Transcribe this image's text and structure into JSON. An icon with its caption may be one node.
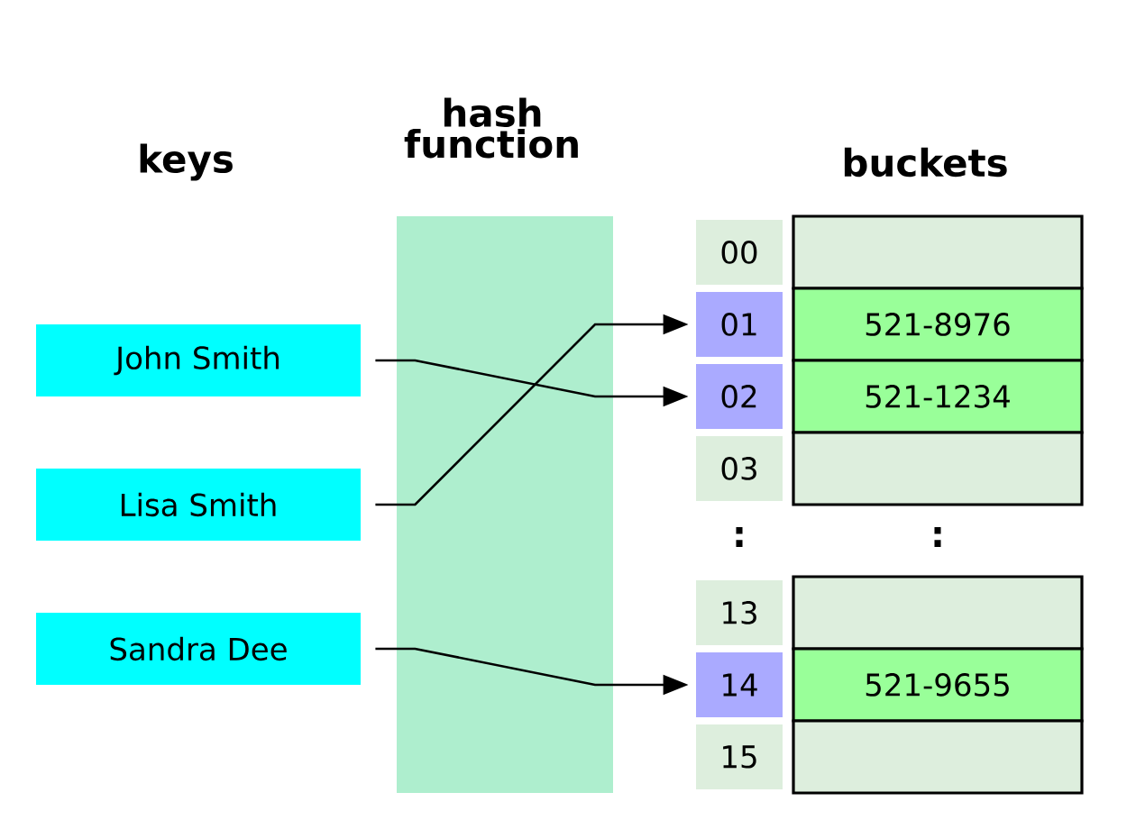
{
  "diagram": {
    "nodes": [
      {
        "text": [
          "John Smith"
        ]
      },
      {
        "text": [
          "Lisa Smith"
        ]
      },
      {
        "text": [
          "Sandra Dee"
        ]
      },
      {
        "text": [
          "00"
        ]
      },
      {
        "text": [
          "01"
        ]
      },
      {
        "text": [
          "02"
        ]
      },
      {
        "text": [
          "03"
        ]
      },
      {
        "text": [
          "13"
        ]
      },
      {
        "text": [
          "14"
        ]
      },
      {
        "text": [
          "15"
        ]
      },
      {
        "text": [],
        "shape": "box"
      },
      {
        "text": [
          "521-8976"
        ]
      },
      {
        "text": [
          "521-1234"
        ]
      },
      {
        "text": [],
        "shape": "box"
      },
      {
        "text": [],
        "shape": "box"
      },
      {
        "text": [
          "521-9655"
        ]
      },
      {
        "text": [],
        "shape": "box"
      }
    ],
    "edges": [
      {
        "from": 0,
        "to": 5,
        "arrow": "to"
      },
      {
        "from": 1,
        "to": 4,
        "arrow": "to"
      },
      {
        "from": 2,
        "to": 8,
        "arrow": "to"
      }
    ],
    "labels": [
      "hash function",
      "keys",
      "buckets",
      ":",
      ":"
    ]
  }
}
